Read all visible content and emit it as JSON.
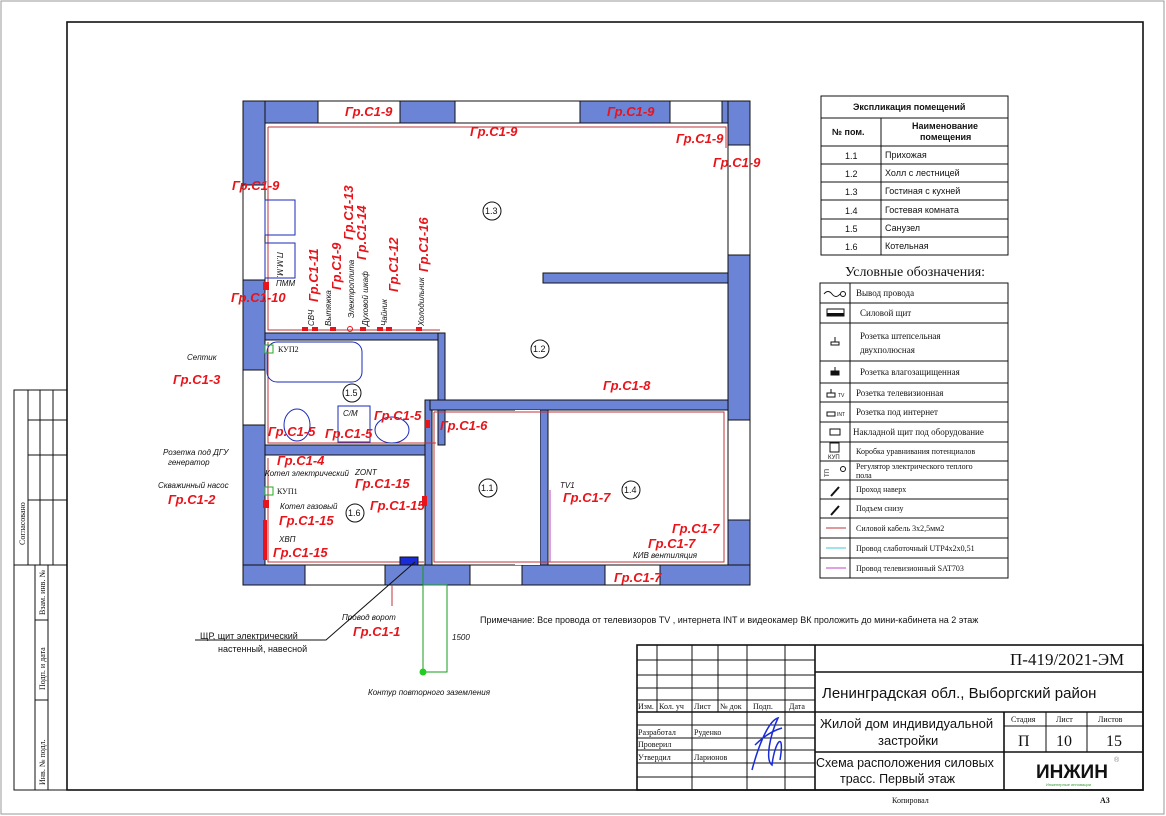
{
  "side_stamp": {
    "agreed": "Согласовано",
    "vzam_inv": "Взам. инв. №",
    "podp_data": "Подп. и дата",
    "inv_podl": "Инв. № подл."
  },
  "explication": {
    "title": "Экспликация помещений",
    "col_num": "№ пом.",
    "col_name_1": "Наименование",
    "col_name_2": "помещения",
    "rows": [
      {
        "num": "1.1",
        "name": "Прихожая"
      },
      {
        "num": "1.2",
        "name": "Холл с лестницей"
      },
      {
        "num": "1.3",
        "name": "Гостиная с кухней"
      },
      {
        "num": "1.4",
        "name": "Гостевая комната"
      },
      {
        "num": "1.5",
        "name": "Санузел"
      },
      {
        "num": "1.6",
        "name": "Котельная"
      }
    ]
  },
  "legend": {
    "title": "Условные обозначения:",
    "items": [
      {
        "icon": "wire-outlet-icon",
        "label": "Вывод провода"
      },
      {
        "icon": "power-panel-icon",
        "label": "Силовой щит"
      },
      {
        "icon": "socket-icon",
        "label": "Розетка штепсельная",
        "label2": "двухполюсная"
      },
      {
        "icon": "waterproof-socket-icon",
        "label": "Розетка влагозащищенная"
      },
      {
        "icon": "tv-socket-icon",
        "label": "Розетка телевизионная",
        "tag": "TV"
      },
      {
        "icon": "internet-socket-icon",
        "label": "Розетка под интернет",
        "tag": "INT"
      },
      {
        "icon": "equipment-box-icon",
        "label": "Накладной щит под оборудование"
      },
      {
        "icon": "equipotential-box-icon",
        "label": "Коробка уравнивания потенциалов",
        "tag": "КУП"
      },
      {
        "icon": "floor-heating-regulator-icon",
        "label": "Регулятор электрического теплого",
        "label2": "пола",
        "tag": "ТП"
      },
      {
        "icon": "wire-up-icon",
        "label": "Проход наверх"
      },
      {
        "icon": "wire-down-icon",
        "label": "Подъем снизу"
      },
      {
        "icon": "power-cable-line-icon",
        "label": "Силовой кабель 3х2,5мм2",
        "color": "#c0333a"
      },
      {
        "icon": "lowcurrent-line-icon",
        "label": "Провод слаботочный UTP4х2х0,51",
        "color": "#3cc8d8"
      },
      {
        "icon": "tv-line-icon",
        "label": "Провод телевизионный SAT703",
        "color": "#c040c8"
      }
    ]
  },
  "plan": {
    "rooms": [
      "1.1",
      "1.2",
      "1.3",
      "1.4",
      "1.5",
      "1.6"
    ],
    "circuits": {
      "c1": "Гр.С1-1",
      "c2": "Гр.С1-2",
      "c3": "Гр.С1-3",
      "c4": "Гр.С1-4",
      "c5": "Гр.С1-5",
      "c6": "Гр.С1-6",
      "c7": "Гр.С1-7",
      "c8": "Гр.С1-8",
      "c9": "Гр.С1-9",
      "c10": "Гр.С1-10",
      "c11": "Гр.С1-11",
      "c12": "Гр.С1-12",
      "c13": "Гр.С1-13",
      "c14": "Гр.С1-14",
      "c15": "Гр.С1-15",
      "c16": "Гр.С1-16"
    },
    "appliances": {
      "microwave": "СВЧ",
      "hood": "Вытяжка",
      "stove": "Электроплита",
      "oven": "Духовой шкаф",
      "kettle": "Чайник",
      "fridge": "Холодильник",
      "dishwasher": "ПММ",
      "dishwasher_box": "П.М.М.",
      "washer": "С/М",
      "septic": "Септик",
      "generator_1": "Розетка под ДГУ",
      "generator_2": "генератор",
      "el_boiler": "Котел электрический",
      "zont": "ZONT",
      "pump": "Скважинный насос",
      "kup1": "КУП1",
      "kup2": "КУП2",
      "gas_boiler": "Котел газовый",
      "hvp": "ХВП",
      "tv1": "TV1",
      "vent": "КИВ вентиляция",
      "gate": "Провод ворот",
      "panel_1": "ЩР, щит электрический",
      "panel_2": "настенный, навесной",
      "dim": "1500",
      "ground": "Контур повторного заземления"
    },
    "note": "Примечание: Все провода от телевизоров TV , интернета INT и видеокамер ВК проложить до мини-кабинета на 2 этаж"
  },
  "title_block": {
    "code": "П-419/2021-ЭМ",
    "location": "Ленинградская обл., Выборгский район",
    "building_1": "Жилой дом индивидуальной",
    "building_2": "застройки",
    "sheet_title_1": "Схема расположения силовых",
    "sheet_title_2": "трасс. Первый этаж",
    "headers": [
      "Изм.",
      "Кол. уч",
      "Лист",
      "№ док",
      "Подп.",
      "Дата"
    ],
    "roles": [
      {
        "role": "Разработал",
        "name": "Руденко"
      },
      {
        "role": "Проверил",
        "name": ""
      },
      {
        "role": "Утвердил",
        "name": "Ларионов"
      }
    ],
    "stage_label": "Стадия",
    "sheet_label": "Лист",
    "sheets_label": "Листов",
    "stage": "П",
    "sheet": "10",
    "sheets": "15",
    "logo": "ИНЖИН",
    "logo_sub": "Инженерные инновации",
    "logo_mark": "®",
    "copied": "Копировал",
    "format": "А3"
  }
}
